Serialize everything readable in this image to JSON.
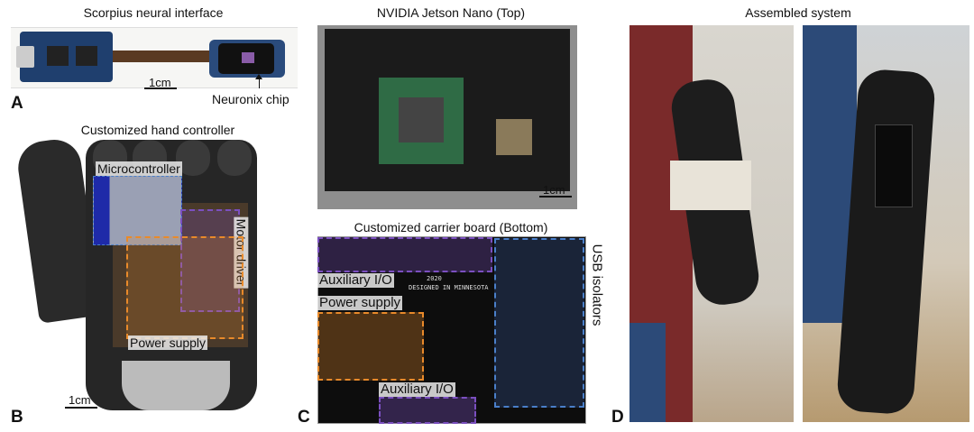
{
  "panels": {
    "a": {
      "letter": "A",
      "title": "Scorpius neural interface",
      "scale": "1cm",
      "chip_label": "Neuronix chip"
    },
    "b": {
      "letter": "B",
      "title": "Customized hand controller",
      "microcontroller": "Microcontroller",
      "motor_driver": "Motor driver",
      "power_supply": "Power supply",
      "scale": "1cm"
    },
    "c": {
      "letter": "C",
      "top_title": "NVIDIA Jetson Nano (Top)",
      "top_scale": "1cm",
      "bottom_title": "Customized carrier board (Bottom)",
      "aux_io_1": "Auxiliary I/O",
      "power_supply": "Power supply",
      "aux_io_2": "Auxiliary I/O",
      "usb_isolators": "USB isolators",
      "silk_year": "2020",
      "silk_designed": "DESIGNED IN MINNESOTA"
    },
    "d": {
      "letter": "D",
      "title": "Assembled system"
    }
  },
  "colors": {
    "purple": "#7b4fc0",
    "orange": "#e98a2a",
    "blue": "#4a7fc9",
    "microcontroller_fill": "#1e2aa8"
  }
}
